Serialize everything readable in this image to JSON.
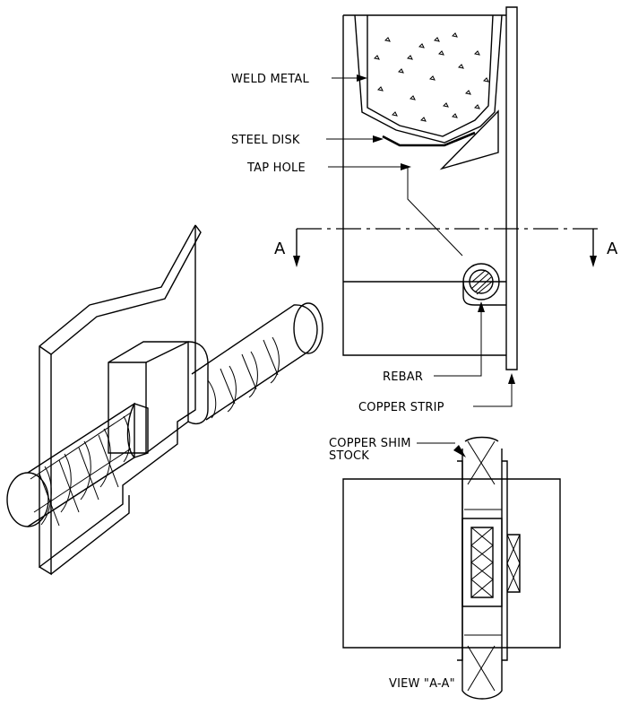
{
  "labels": {
    "weld_metal": "WELD METAL",
    "steel_disk": "STEEL DISK",
    "tap_hole": "TAP HOLE",
    "section_left": "A",
    "section_right": "A",
    "rebar": "REBAR",
    "copper_strip": "COPPER STRIP",
    "copper_shim_line1": "COPPER SHIM",
    "copper_shim_line2": "STOCK",
    "view_caption": "VIEW \"A-A\""
  },
  "colors": {
    "ink": "#000000",
    "paper": "#ffffff"
  }
}
